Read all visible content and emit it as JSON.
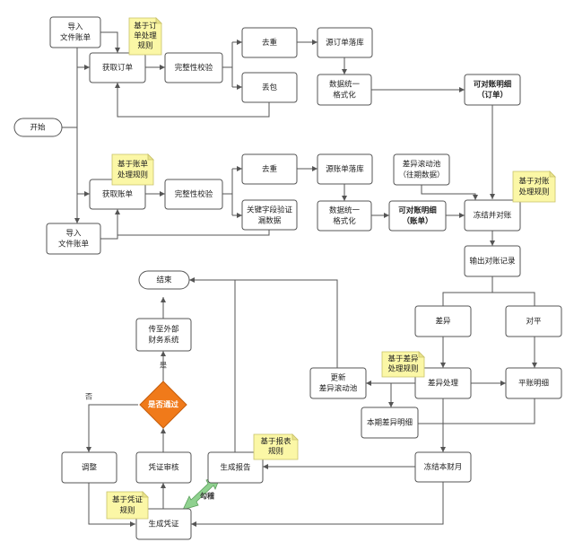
{
  "colors": {
    "decision_fill": "#f07a1a",
    "note_fill": "#fbf7a6",
    "double_arrow": "#8fd18f"
  },
  "nodes": {
    "start": "开始",
    "import1": [
      "导入",
      "文件账单"
    ],
    "fetch_order": "获取订单",
    "integrity1": "完整性校验",
    "dedup1": "去重",
    "drop_pkg": "丢包",
    "src_order_store": "源订单落库",
    "normalize1": [
      "数据统一",
      "格式化"
    ],
    "reconcilable_order": [
      "可对账明细",
      "（订单）"
    ],
    "fetch_bill": "获取账单",
    "integrity2": "完整性校验",
    "dedup2": "去重",
    "key_field_check": [
      "关键字段验证",
      "漏数据"
    ],
    "src_bill_store": "源账单落库",
    "normalize2": [
      "数据统一",
      "格式化"
    ],
    "reconcilable_bill": [
      "可对账明细",
      "（账单）"
    ],
    "diff_pool": [
      "差异滚动池",
      "（往期数据）"
    ],
    "freeze_reconcile": "冻结并对账",
    "import2": [
      "导入",
      "文件账单"
    ],
    "output_records": "输出对账记录",
    "diff": "差异",
    "balanced": "对平",
    "update_pool": [
      "更新",
      "差异滚动池"
    ],
    "diff_handle": "差异处理",
    "flat_detail": "平账明细",
    "period_diff": "本期差异明细",
    "freeze_month": "冻结本财月",
    "end": "结束",
    "send_external": [
      "传至外部",
      "财务系统"
    ],
    "decision": "是否通过",
    "adjust": "调整",
    "voucher_review": "凭证审核",
    "gen_report": "生成报告",
    "gen_voucher": "生成凭证"
  },
  "notes": {
    "order_rule": [
      "基于订",
      "单处理",
      "规则"
    ],
    "bill_rule": [
      "基于账单",
      "处理规则"
    ],
    "recon_rule": [
      "基于对账",
      "处理规则"
    ],
    "diff_rule": [
      "基于差异",
      "处理规则"
    ],
    "report_rule": [
      "基于报表",
      "规则"
    ],
    "voucher_rule": [
      "基于凭证",
      "规则"
    ]
  },
  "edge_labels": {
    "yes": "是",
    "no": "否",
    "balance": "勾稽"
  }
}
